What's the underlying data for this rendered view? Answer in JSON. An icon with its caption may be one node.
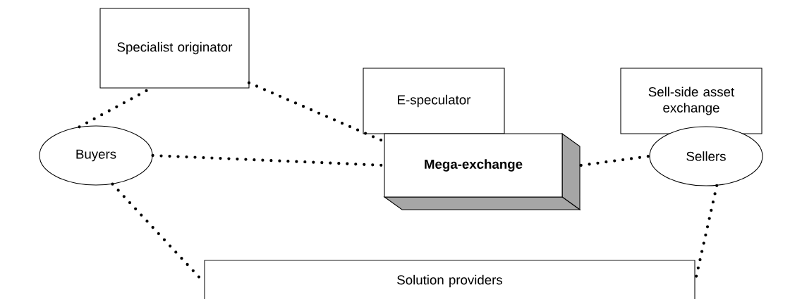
{
  "diagram": {
    "nodes": [
      {
        "text": [
          "Specialist originator"
        ]
      },
      {
        "text": [
          "E-speculator"
        ]
      },
      {
        "text": [
          "Sell-side asset exchange"
        ]
      },
      {
        "text": [
          "Buyers"
        ]
      },
      {
        "text": [
          "Mega-exchange"
        ]
      },
      {
        "text": [
          "Sellers"
        ]
      },
      {
        "text": [
          "Solution providers"
        ]
      }
    ],
    "edges": [
      {
        "from": 3,
        "to": 0,
        "arrow": "none"
      },
      {
        "from": 0,
        "to": 4,
        "arrow": "none"
      },
      {
        "from": 3,
        "to": 4,
        "arrow": "none"
      },
      {
        "from": 4,
        "to": 5,
        "arrow": "none"
      },
      {
        "from": 3,
        "to": 6,
        "arrow": "none"
      },
      {
        "from": 5,
        "to": 6,
        "arrow": "none"
      }
    ]
  }
}
